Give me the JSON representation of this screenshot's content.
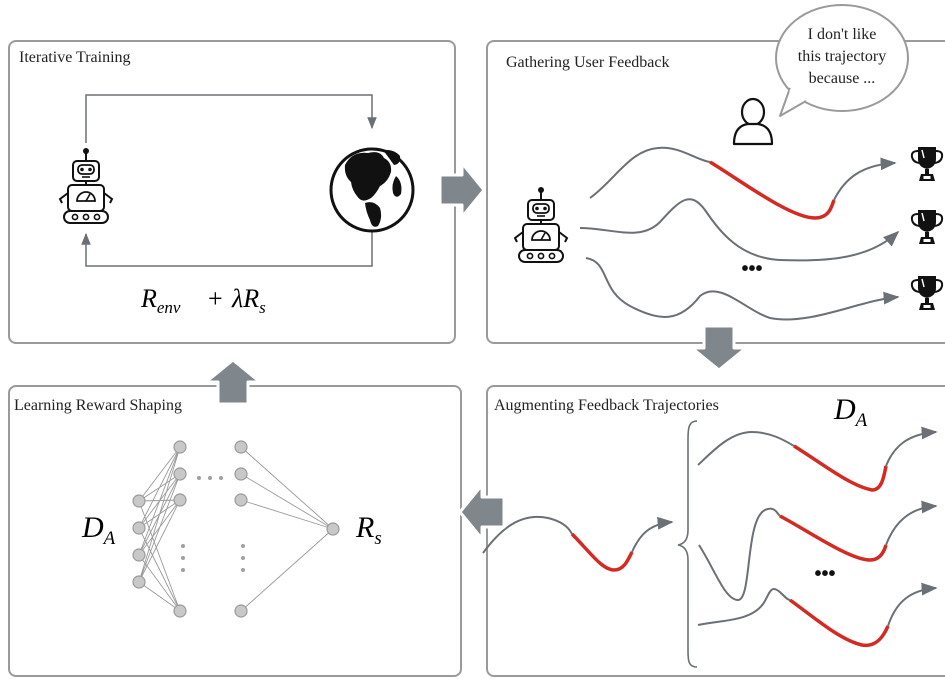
{
  "panels": {
    "iterative_training": {
      "title": "Iterative Training"
    },
    "gathering_feedback": {
      "title": "Gathering User Feedback"
    },
    "learning_shaping": {
      "title": "Learning Reward Shaping"
    },
    "augmenting": {
      "title": "Augmenting Feedback Trajectories"
    }
  },
  "formula": {
    "r_env": {
      "base": "R",
      "sub": "env"
    },
    "plus": "+",
    "lambda_rs": {
      "base": "λR",
      "sub": "s"
    }
  },
  "speech_bubble": {
    "lines": [
      "I don't like",
      "this trajectory",
      "because ..."
    ]
  },
  "nn_input_label": {
    "base": "D",
    "sub": "A"
  },
  "nn_output_label": {
    "base": "R",
    "sub": "s"
  },
  "augment_label": {
    "base": "D",
    "sub": "A"
  },
  "ellipsis": "•••",
  "colors": {
    "panel_border": "#9a9a9a",
    "flow_arrow": "#7f868c",
    "trajectory": "#6b7077",
    "highlight": "#d42a22",
    "node": "#c8c8c8"
  },
  "icons": [
    "robot-icon",
    "globe-icon",
    "user-icon",
    "trophy-icon"
  ]
}
